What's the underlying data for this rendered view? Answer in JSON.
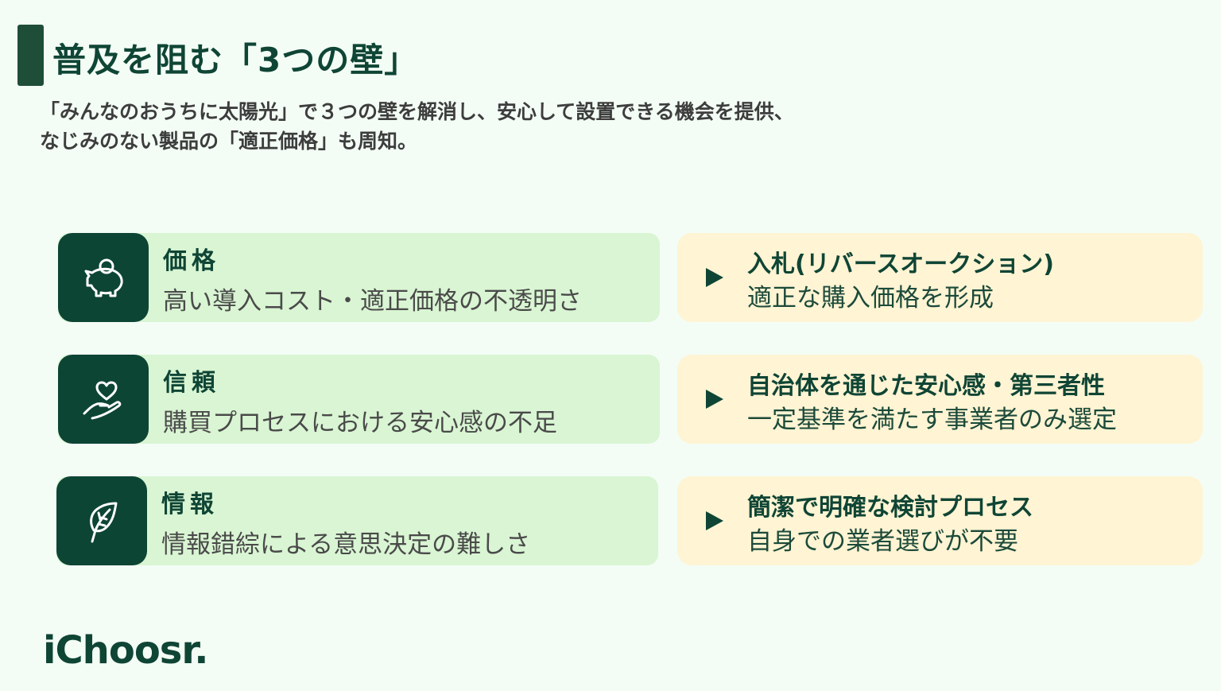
{
  "header": {
    "title": "普及を阻む「3つの壁」",
    "subtitle_line1": "「みんなのおうちに太陽光」で３つの壁を解消し、安心して設置できる機会を提供、",
    "subtitle_line2": "なじみのない製品の「適正価格」も周知。"
  },
  "barriers": [
    {
      "icon": "piggy-bank-icon",
      "title": "価格",
      "description": "高い導入コスト・適正価格の不透明さ"
    },
    {
      "icon": "heart-hand-icon",
      "title": "信頼",
      "description": "購買プロセスにおける安心感の不足"
    },
    {
      "icon": "leaf-icon",
      "title": "情報",
      "description": "情報錯綜による意思決定の難しさ"
    }
  ],
  "solutions": [
    {
      "title": "入札(リバースオークション)",
      "description": "適正な購入価格を形成"
    },
    {
      "title": "自治体を通じた安心感・第三者性",
      "description": "一定基準を満たす事業者のみ選定"
    },
    {
      "title": "簡潔で明確な検討プロセス",
      "description": "自身での業者選びが不要"
    }
  ],
  "footer": {
    "logo": "iChoosr."
  },
  "colors": {
    "primary": "#0f4535",
    "left_card": "#d9f5d3",
    "right_card": "#fff4d3",
    "background": "#f3fdf5"
  }
}
